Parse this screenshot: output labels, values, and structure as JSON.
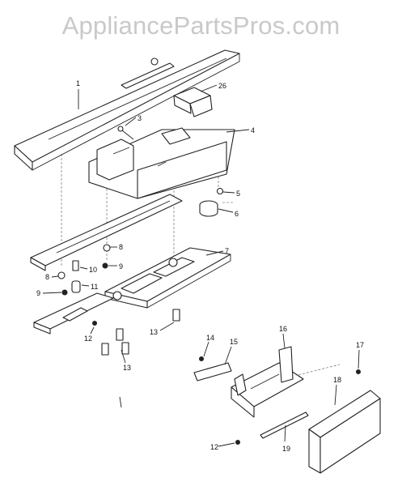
{
  "watermark": "AppliancePartsPros.com",
  "callouts": [
    {
      "id": "c1",
      "text": "1"
    },
    {
      "id": "c26",
      "text": "26"
    },
    {
      "id": "c3",
      "text": "3"
    },
    {
      "id": "c4",
      "text": "4"
    },
    {
      "id": "c5",
      "text": "5"
    },
    {
      "id": "c6",
      "text": "6"
    },
    {
      "id": "c7",
      "text": "7"
    },
    {
      "id": "c8a",
      "text": "8"
    },
    {
      "id": "c8b",
      "text": "8"
    },
    {
      "id": "c10",
      "text": "10"
    },
    {
      "id": "c9a",
      "text": "9"
    },
    {
      "id": "c9b",
      "text": "9"
    },
    {
      "id": "c11",
      "text": "11"
    },
    {
      "id": "c12a",
      "text": "12"
    },
    {
      "id": "c12b",
      "text": "12"
    },
    {
      "id": "c13a",
      "text": "13"
    },
    {
      "id": "c13b",
      "text": "13"
    },
    {
      "id": "c14",
      "text": "14"
    },
    {
      "id": "c15",
      "text": "15"
    },
    {
      "id": "c16",
      "text": "16"
    },
    {
      "id": "c17",
      "text": "17"
    },
    {
      "id": "c18",
      "text": "18"
    },
    {
      "id": "c19",
      "text": "19"
    }
  ]
}
